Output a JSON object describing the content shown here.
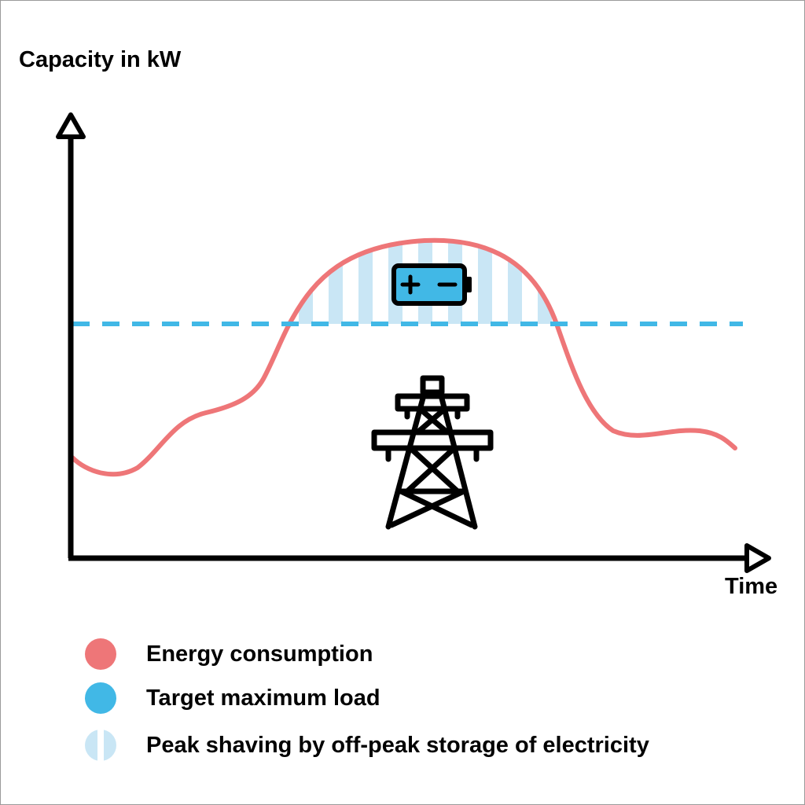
{
  "axes": {
    "y_label": "Capacity in kW",
    "x_label": "Time"
  },
  "legend": [
    {
      "id": "consumption",
      "label": "Energy consumption",
      "color": "#ee7678",
      "swatch": "solid"
    },
    {
      "id": "target",
      "label": "Target maximum load",
      "color": "#41b8e6",
      "swatch": "solid"
    },
    {
      "id": "shaving",
      "label": "Peak shaving by off-peak storage of electricity",
      "color": "#c9e6f5",
      "swatch": "striped"
    }
  ],
  "colors": {
    "consumption": "#ee7678",
    "target": "#41b8e6",
    "shaving": "#c9e6f5",
    "axis": "#000000",
    "battery_fill": "#41b8e6"
  },
  "icons": {
    "battery": "battery-icon",
    "pylon": "power-pylon-icon"
  }
}
